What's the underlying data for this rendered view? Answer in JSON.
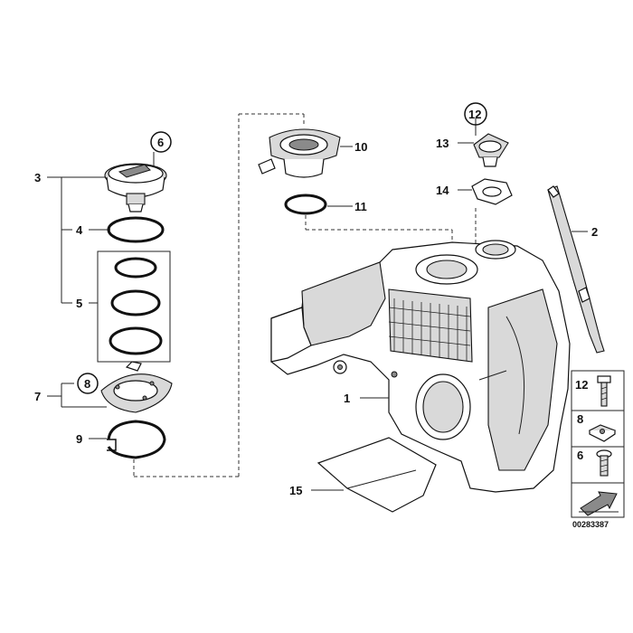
{
  "callouts": {
    "c1": "1",
    "c2": "2",
    "c3": "3",
    "c4": "4",
    "c5": "5",
    "c6": "6",
    "c7": "7",
    "c8": "8",
    "c9": "9",
    "c10": "10",
    "c11": "11",
    "c12": "12",
    "c13": "13",
    "c14": "14",
    "c15": "15"
  },
  "legend": {
    "items": [
      "12",
      "8",
      "6"
    ]
  },
  "diagram_id": "00283387",
  "colors": {
    "line": "#111111",
    "background": "#ffffff",
    "shade": "#8a8a8a"
  }
}
